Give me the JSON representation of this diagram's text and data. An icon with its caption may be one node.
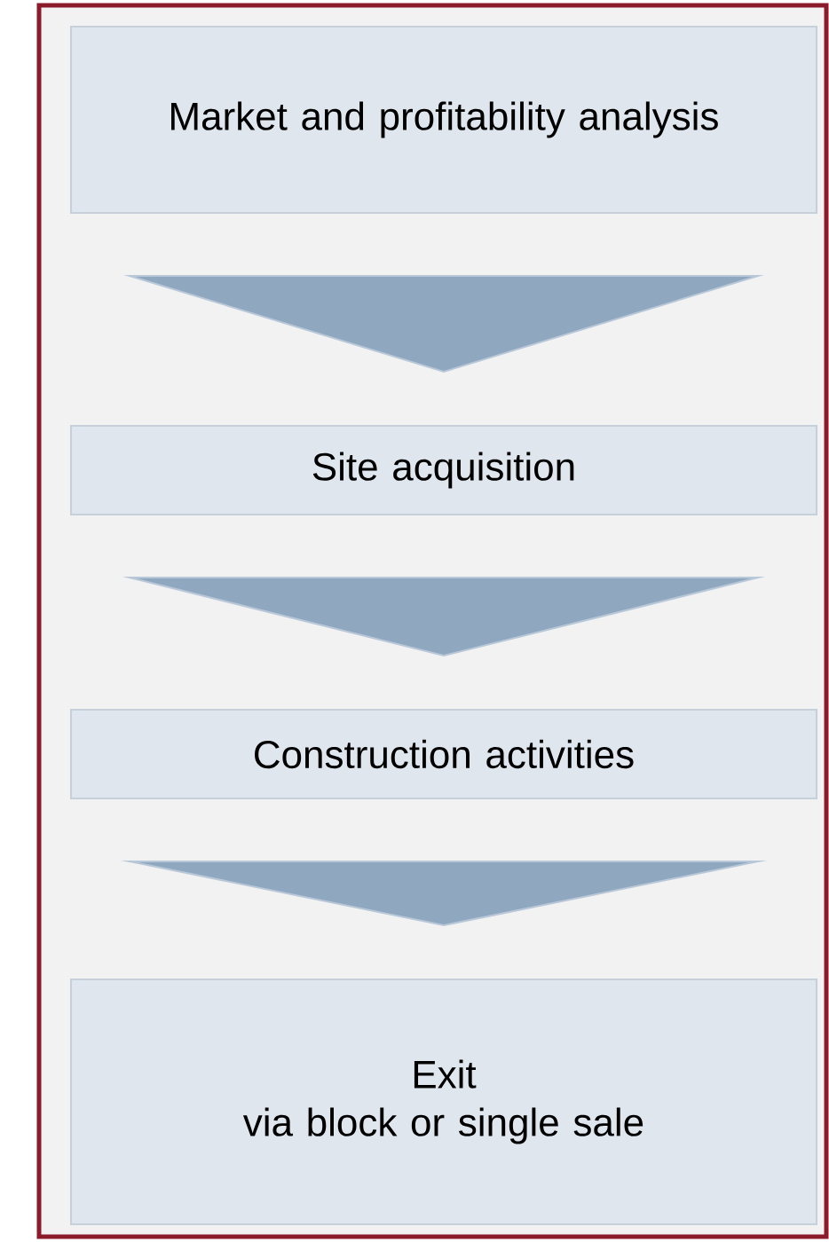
{
  "diagram": {
    "nodes": [
      {
        "text": [
          "Market and profitability analysis"
        ]
      },
      {
        "text": [
          "Site acquisition"
        ]
      },
      {
        "text": [
          "Construction activities"
        ]
      },
      {
        "text": [
          "Exit",
          "via block or single sale"
        ]
      }
    ],
    "edges": [
      {
        "from": 0,
        "to": 1,
        "arrow": "to"
      },
      {
        "from": 1,
        "to": 2,
        "arrow": "to"
      },
      {
        "from": 2,
        "to": 3,
        "arrow": "to"
      }
    ]
  }
}
